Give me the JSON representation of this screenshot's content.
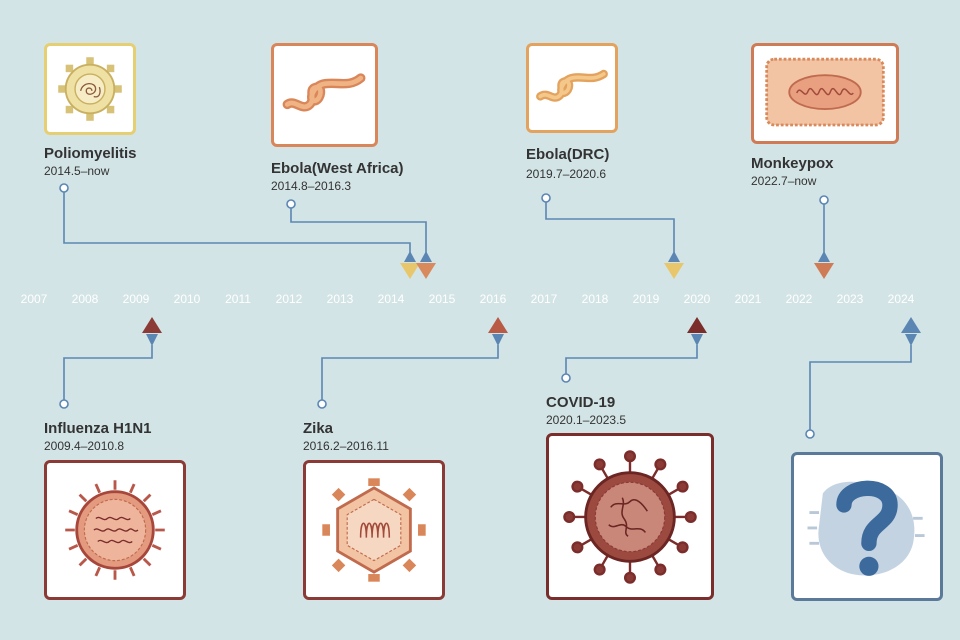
{
  "timeline": {
    "years": [
      "2007",
      "2008",
      "2009",
      "2010",
      "2011",
      "2012",
      "2013",
      "2014",
      "2015",
      "2016",
      "2017",
      "2018",
      "2019",
      "2020",
      "2021",
      "2022",
      "2023",
      "2024"
    ]
  },
  "events": {
    "polio": {
      "name": "Poliomyelitis",
      "dates": "2014.5–now",
      "icon": "poliovirus-icon",
      "accent": "#e6cf73"
    },
    "ebola_wa": {
      "name": "Ebola(West Africa)",
      "dates": "2014.8–2016.3",
      "icon": "ebola-virus-icon",
      "accent": "#d9875a"
    },
    "ebola_drc": {
      "name": "Ebola(DRC)",
      "dates": "2019.7–2020.6",
      "icon": "ebola-virus-icon",
      "accent": "#e3a35e"
    },
    "mpox": {
      "name": "Monkeypox",
      "dates": "2022.7–now",
      "icon": "monkeypox-virus-icon",
      "accent": "#cf7b55"
    },
    "h1n1": {
      "name": "Influenza H1N1",
      "dates": "2009.4–2010.8",
      "icon": "influenza-virus-icon",
      "accent": "#8b3a36"
    },
    "zika": {
      "name": "Zika",
      "dates": "2016.2–2016.11",
      "icon": "zika-virus-icon",
      "accent": "#8b3a36"
    },
    "covid": {
      "name": "COVID-19",
      "dates": "2020.1–2023.5",
      "icon": "coronavirus-icon",
      "accent": "#7a2d2a"
    },
    "unknown": {
      "name": "",
      "dates": "",
      "icon": "question-mark-icon",
      "accent": "#4a77a6"
    }
  },
  "colors": {
    "background": "#d3e4e6",
    "connector": "#5b86b4",
    "arrow_yellow": "#e8c76c",
    "arrow_orange": "#d98a5c",
    "arrow_red": "#8b3a36",
    "arrow_blue": "#5b86b4"
  }
}
